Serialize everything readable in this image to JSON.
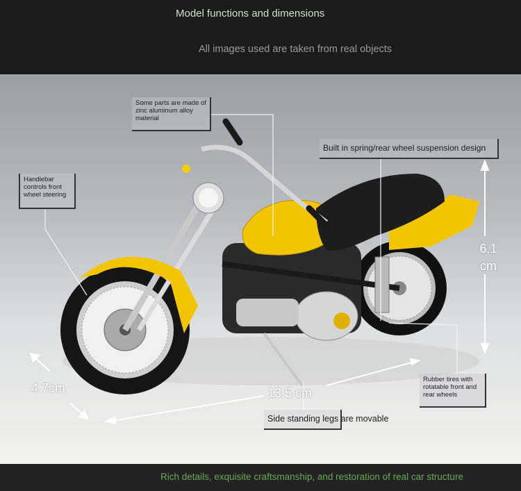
{
  "header": {
    "title": "Model functions and dimensions",
    "subtitle": "All images used are taken from real objects"
  },
  "annotations": {
    "material": "Some parts are made of zinc aluminum alloy material",
    "handlebar": "Handlebar controls front wheel steering",
    "suspension": "Built in spring/rear wheel suspension design",
    "stand": "Side standing legs are movable",
    "tires": "Rubber tires with rotatable front and rear wheels"
  },
  "dimensions": {
    "height": "6.1 cm",
    "width": "4.7cm",
    "length": "13.5 cm"
  },
  "footer": {
    "text": "Rich details, exquisite craftsmanship, and restoration of real car structure"
  },
  "colors": {
    "body": "#f2c500",
    "footer_text": "#67a857"
  }
}
